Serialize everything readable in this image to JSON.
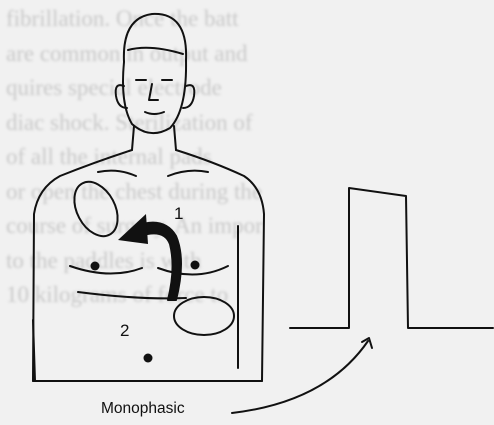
{
  "background_text": [
    "fibrillation. Once the batt",
    "are common in output and",
    "quires special electrode",
    "diac shock. Sterilization of",
    "of all the internal pads",
    "or open the chest during the",
    "course of surgery. An impor",
    "to the paddles is with",
    "10 kilograms of force to"
  ],
  "labels": {
    "position_1": "1",
    "position_2": "2",
    "waveform_caption": "Monophasic"
  },
  "colors": {
    "ink": "#111111",
    "paper": "#f1f1f1",
    "faded_text": "#c9c9c9"
  }
}
